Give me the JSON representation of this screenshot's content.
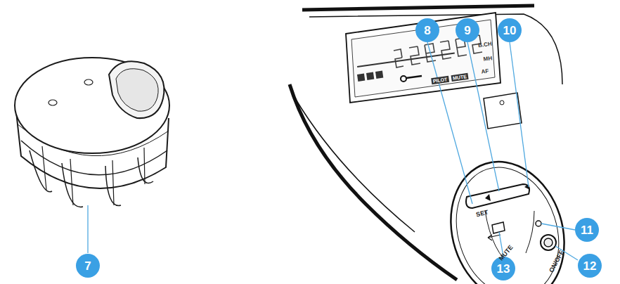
{
  "diagram": {
    "labels": [
      "7",
      "8",
      "9",
      "10",
      "11",
      "12",
      "13",
      "SET",
      "ON/OFF",
      "MUTE",
      "PILOT",
      "MUTE",
      "AF",
      "MH",
      "B.CH"
    ]
  }
}
